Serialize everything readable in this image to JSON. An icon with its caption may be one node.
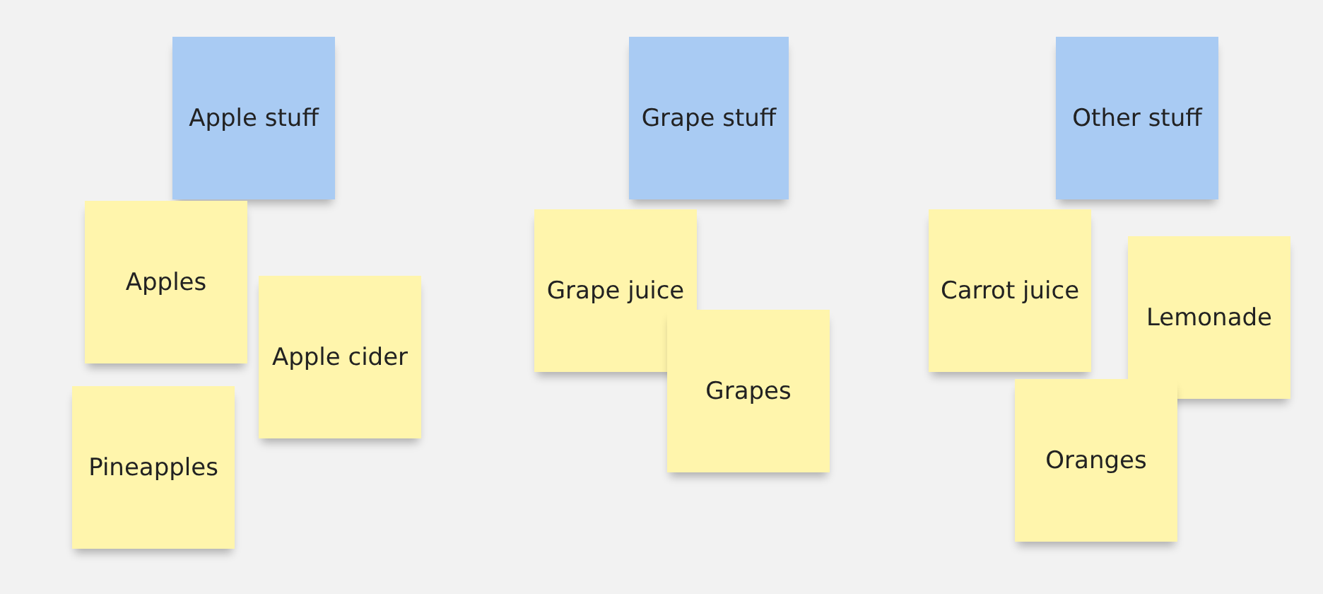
{
  "diagram": {
    "nodes": [
      {
        "text": [
          "Apple stuff"
        ]
      },
      {
        "text": [
          "Apples"
        ]
      },
      {
        "text": [
          "Apple cider"
        ]
      },
      {
        "text": [
          "Pineapples"
        ]
      },
      {
        "text": [
          "Grape stuff"
        ]
      },
      {
        "text": [
          "Grape juice"
        ]
      },
      {
        "text": [
          "Grapes"
        ]
      },
      {
        "text": [
          "Other stuff"
        ]
      },
      {
        "text": [
          "Carrot juice"
        ]
      },
      {
        "text": [
          "Lemonade"
        ]
      },
      {
        "text": [
          "Oranges"
        ]
      }
    ]
  }
}
